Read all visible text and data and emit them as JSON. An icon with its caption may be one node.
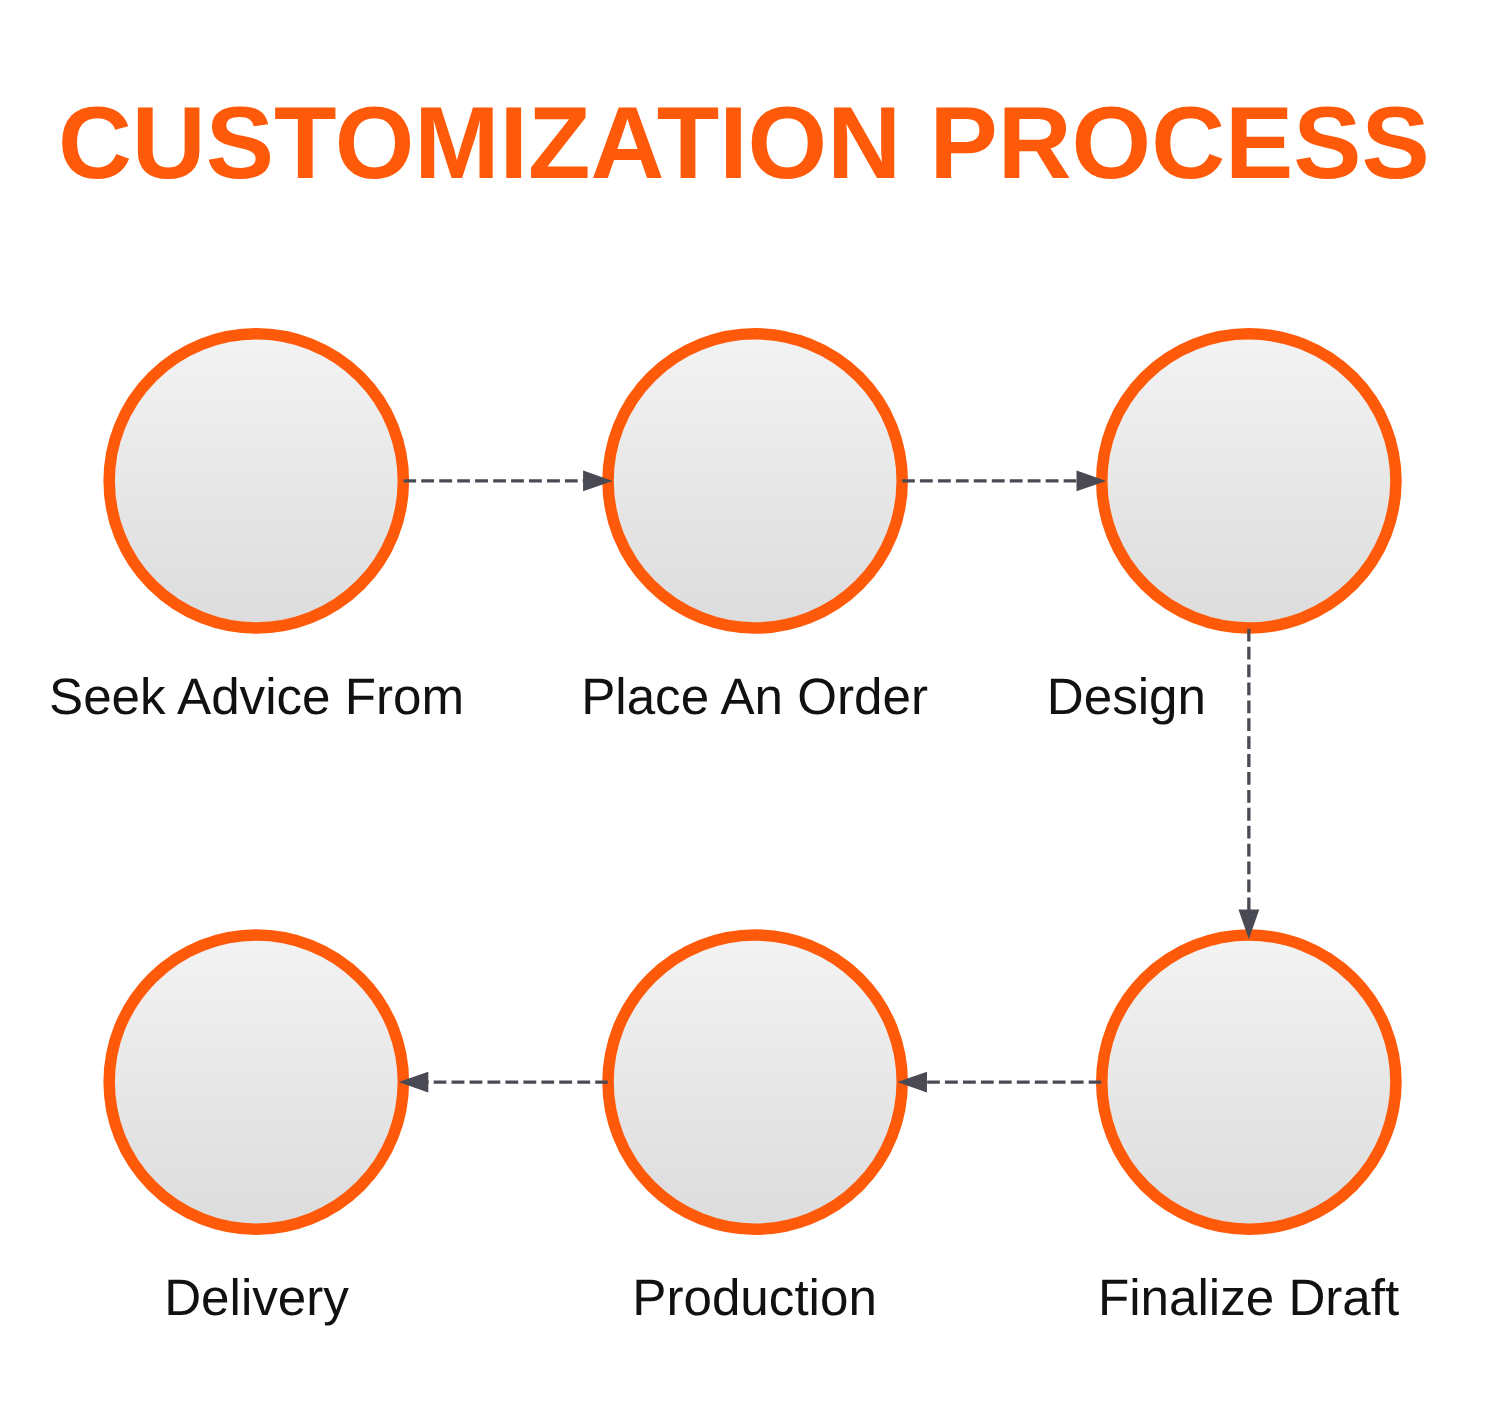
{
  "diagram": {
    "title": "CUSTOMIZATION PROCESS",
    "nodes": [
      {
        "text": [],
        "shape": "circle",
        "beside": [
          "Seek Advice From"
        ]
      },
      {
        "text": [],
        "shape": "circle",
        "beside": [
          "Place An Order"
        ]
      },
      {
        "text": [],
        "shape": "circle",
        "beside": [
          "Design"
        ]
      },
      {
        "text": [],
        "shape": "circle",
        "beside": [
          "Finalize Draft"
        ]
      },
      {
        "text": [],
        "shape": "circle",
        "beside": [
          "Production"
        ]
      },
      {
        "text": [],
        "shape": "circle",
        "beside": [
          "Delivery"
        ]
      }
    ],
    "edges": [
      {
        "from": 0,
        "to": 1,
        "arrow": "to",
        "style": "dashed"
      },
      {
        "from": 1,
        "to": 2,
        "arrow": "to",
        "style": "dashed"
      },
      {
        "from": 2,
        "to": 3,
        "arrow": "to",
        "style": "dashed"
      },
      {
        "from": 3,
        "to": 4,
        "arrow": "to",
        "style": "dashed"
      },
      {
        "from": 4,
        "to": 5,
        "arrow": "to",
        "style": "dashed"
      }
    ]
  }
}
